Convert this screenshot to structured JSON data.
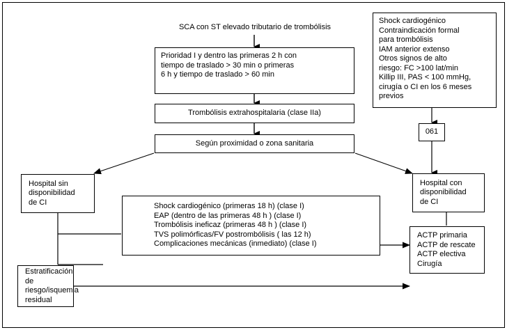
{
  "diagram": {
    "title_label": "SCA  con ST elevado tributario de trombólisis",
    "nodes": {
      "priority": "Prioridad I y dentro las primeras 2 h con\ntiempo de traslado > 30 min o primeras\n6 h y tiempo de traslado > 60 min",
      "thrombolysis": "Trombólisis extrahospitalaria (clase IIa)",
      "proximity": "Según proximidad o zona sanitaria",
      "contraindications": "Shock cardiogénico\nContraindicación formal\npara trombólisis\nIAM anterior extenso\nOtros signos de alto\nriesgo: FC >100 lat/min\nKillip III, PAS < 100 mmHg,\ncirugía o CI en los 6 meses\nprevios",
      "emergency_number": "061",
      "hospital_without_ci": "Hospital sin\ndisponibilidad\nde CI",
      "hospital_with_ci": "Hospital con\ndisponibilidad\nde CI",
      "indications": "Shock cardiogénico (primeras 18 h) (clase I)\nEAP (dentro de las primeras 48 h ) (clase I)\nTrombólisis ineficaz (primeras 48 h ) (clase I)\nTVS polimórficas/FV postrombólisis ( las 12 h)\nComplicaciones mecánicas (inmediato) (clase I)",
      "stratification": "Estratificación\nde\nriesgo/isquemia\nresidual",
      "actp": "ACTP primaria\nACTP de rescate\nACTP electiva\nCirugía"
    },
    "colors": {
      "stroke": "#000000",
      "background": "#ffffff",
      "text": "#000000"
    }
  }
}
